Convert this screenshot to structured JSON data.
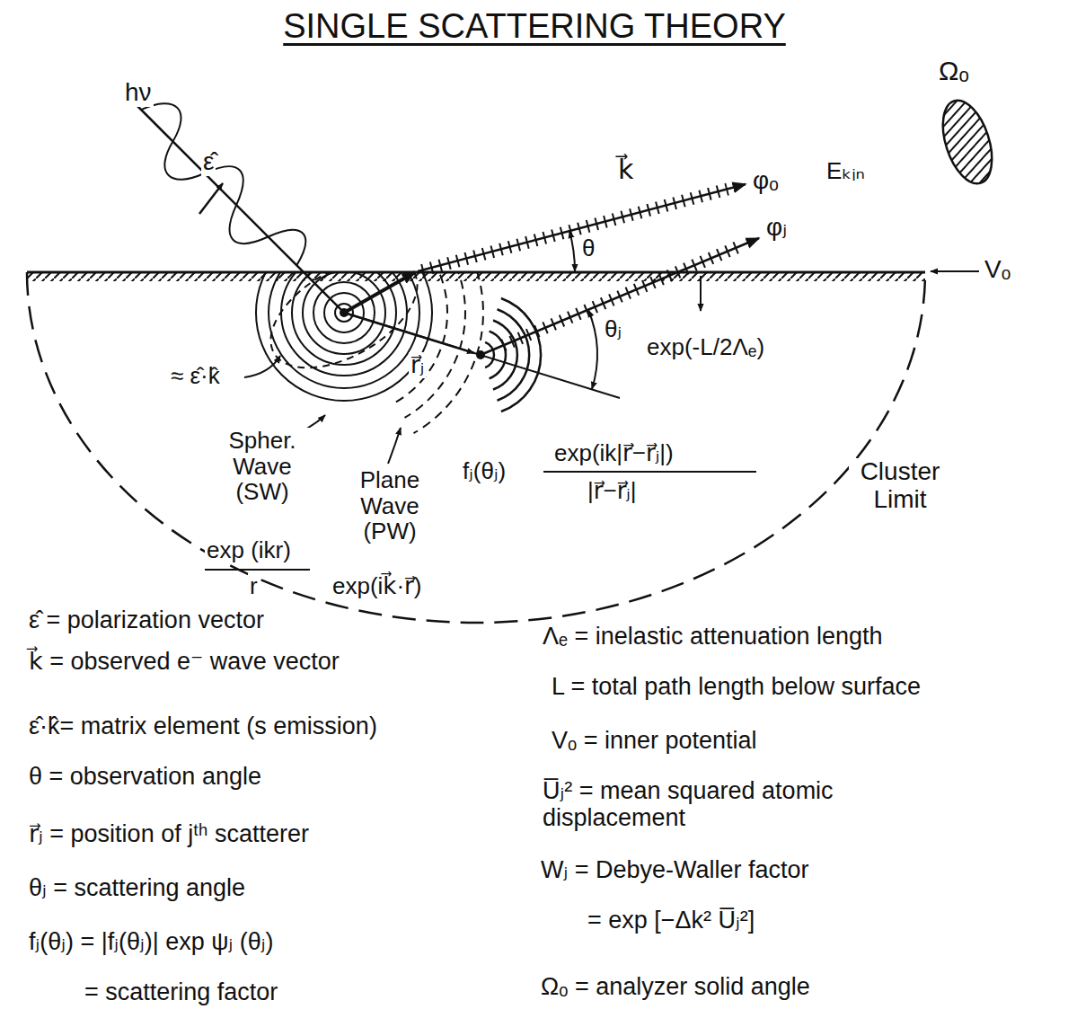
{
  "diagram": {
    "title": "SINGLE SCATTERING THEORY",
    "labels": [
      "hν",
      "ε̂",
      "k⃗",
      "φₒ",
      "Eₖᵢₙ",
      "Ωₒ",
      "θ",
      "φⱼ",
      "Vₒ",
      "θⱼ",
      "exp(-L/2Λₑ)",
      "≈ ε̂·k̂",
      "r⃗ⱼ",
      "Spher. Wave (SW)",
      "Plane Wave (PW)",
      "exp (ikr)",
      "r",
      "exp(ik⃗·r⃗)",
      "fⱼ(θⱼ)",
      "exp(ik|r⃗−r⃗ⱼ|)",
      "|r⃗−r⃗ⱼ|",
      "Cluster Limit",
      "ε̂ = polarization vector",
      "k⃗ = observed e⁻ wave vector",
      "ε̂·k̂= matrix element (s emission)",
      "θ = observation angle",
      "r⃗ⱼ = position of jᵗʰ scatterer",
      "θⱼ = scattering angle",
      "fⱼ(θⱼ) = |fⱼ(θⱼ)| exp ψⱼ (θⱼ)",
      "= scattering factor",
      "Λₑ = inelastic attenuation length",
      "L = total path length below surface",
      "Vₒ = inner potential",
      "U̅ⱼ² = mean squared atomic displacement",
      "Wⱼ = Debye-Waller factor",
      "= exp [−Δk² U̅ⱼ²]",
      "Ωₒ = analyzer solid angle"
    ]
  }
}
